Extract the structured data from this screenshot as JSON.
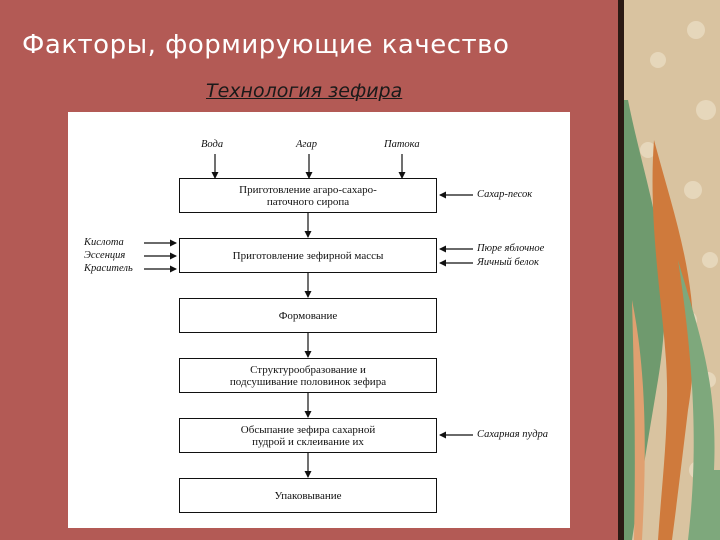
{
  "slide": {
    "title": "Факторы, формирующие качество",
    "subtitle": "Технология зефира"
  },
  "diagram": {
    "top_inputs": [
      "Вода",
      "Агар",
      "Патока"
    ],
    "stages": [
      {
        "line1": "Приготовление агаро-сахаро-",
        "line2": "паточного сиропа"
      },
      {
        "line1": "Приготовление зефирной массы",
        "line2": ""
      },
      {
        "line1": "Формование",
        "line2": ""
      },
      {
        "line1": "Структурообразование и",
        "line2": "подсушивание половинок зефира"
      },
      {
        "line1": "Обсыпание зефира сахарной",
        "line2": "пудрой и склеивание их"
      },
      {
        "line1": "Упаковывание",
        "line2": ""
      }
    ],
    "left_inputs": [
      "Кислота",
      "Эссенция",
      "Краситель"
    ],
    "right_inputs": [
      "Сахар-песок",
      "Пюре яблочное",
      "Яичный белок",
      "Сахарная пудра"
    ]
  },
  "colors": {
    "background": "#b35a55",
    "title_text": "#ffffff",
    "subtitle_text": "#1a1a1a",
    "decor_green": "#6f9a6e",
    "decor_orange": "#cf7a3c",
    "decor_beige": "#d9c3a0"
  }
}
